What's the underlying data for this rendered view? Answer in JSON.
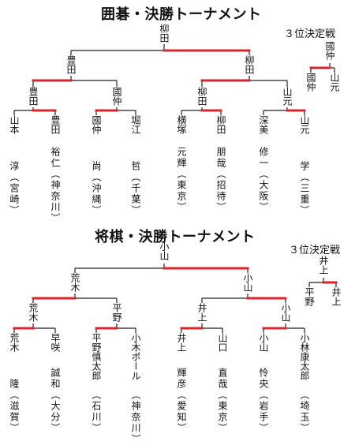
{
  "colors": {
    "line": "#222222",
    "winner_line": "#d8262c",
    "text": "#111111",
    "background": "#ffffff"
  },
  "go": {
    "title": "囲碁・決勝トーナメント",
    "third_place_title": "３位決定戦",
    "champion": "柳田",
    "semis": [
      "豊田",
      "柳田"
    ],
    "quarters": [
      "豊田",
      "國仲",
      "柳田",
      "山元"
    ],
    "players": [
      {
        "name": "山本",
        "given_affil": "淳（宮崎）"
      },
      {
        "name": "豊田",
        "given_affil": "裕仁（神奈川）"
      },
      {
        "name": "國仲",
        "given_affil": "尚（沖縄）"
      },
      {
        "name": "堀江",
        "given_affil": "哲（千葉）"
      },
      {
        "name": "横塚",
        "given_affil": "元輝（東京）"
      },
      {
        "name": "柳田",
        "given_affil": "朋哉（招待）"
      },
      {
        "name": "深美",
        "given_affil": "修一（大阪）"
      },
      {
        "name": "山元",
        "given_affil": "学（三重）"
      }
    ],
    "third_place": {
      "winner": "國仲",
      "players": [
        "國仲",
        "山元"
      ]
    }
  },
  "shogi": {
    "title": "将棋・決勝トーナメント",
    "third_place_title": "３位決定戦",
    "champion": "小山",
    "semis": [
      "荒木",
      "小山"
    ],
    "quarters": [
      "荒木",
      "平野",
      "井上",
      "小山"
    ],
    "players": [
      {
        "name": "荒木",
        "given_affil": "隆（滋賀）"
      },
      {
        "name": "早咲",
        "given_affil": "誠和（大分）"
      },
      {
        "name": "平野慎太郎",
        "given_affil": "（石川）"
      },
      {
        "name": "小木ポール",
        "given_affil": "（神奈川）"
      },
      {
        "name": "井上",
        "given_affil": "輝彦（愛知）"
      },
      {
        "name": "山口",
        "given_affil": "直哉（東京）"
      },
      {
        "name": "小山",
        "given_affil": "怜央（岩手）"
      },
      {
        "name": "小林康太郎",
        "given_affil": "（埼玉）"
      }
    ],
    "third_place": {
      "winner": "井上",
      "players": [
        "平野",
        "井上"
      ]
    }
  }
}
